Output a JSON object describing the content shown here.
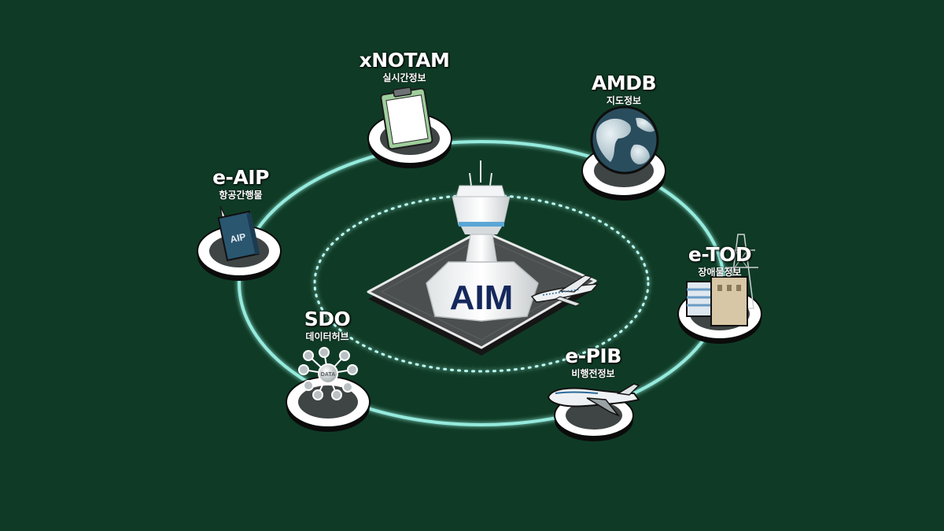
{
  "center": {
    "title": "AIM"
  },
  "nodes": [
    {
      "id": "xnotam",
      "title": "xNOTAM",
      "subtitle": "실시간정보",
      "icon": "clipboard-icon"
    },
    {
      "id": "amdb",
      "title": "AMDB",
      "subtitle": "지도정보",
      "icon": "globe-icon"
    },
    {
      "id": "eaip",
      "title": "e-AIP",
      "subtitle": "항공간행물",
      "icon": "book-icon",
      "icon_text": "AIP"
    },
    {
      "id": "etod",
      "title": "e-TOD",
      "subtitle": "장애물정보",
      "icon": "buildings-icon"
    },
    {
      "id": "sdo",
      "title": "SDO",
      "subtitle": "데이터허브",
      "icon": "data-hub-icon",
      "icon_text": "DATA"
    },
    {
      "id": "epib",
      "title": "e-PIB",
      "subtitle": "비행전정보",
      "icon": "airplane-icon"
    }
  ],
  "colors": {
    "background": "#0f3b26",
    "ring": "#8ef3e2",
    "platform_top": "#4b4f4f",
    "aim_text": "#14285c"
  }
}
